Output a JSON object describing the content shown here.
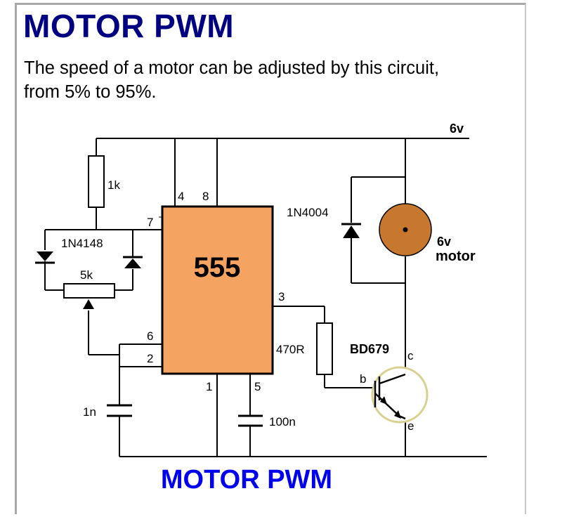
{
  "page": {
    "title": "MOTOR PWM",
    "description": "The speed of a motor can be adjusted by this circuit, from 5% to 95%."
  },
  "diagram": {
    "caption": "MOTOR PWM",
    "ic": {
      "label": "555",
      "pins": {
        "p4": "4",
        "p8": "8",
        "p7": "7",
        "p6": "6",
        "p2": "2",
        "p1": "1",
        "p5": "5",
        "p3": "3"
      }
    },
    "labels": {
      "supply": "6v",
      "r1": "1k",
      "diodes": "1N4148",
      "pot": "5k",
      "flyback": "1N4004",
      "motor_v": "6v",
      "motor": "motor",
      "r_base": "470R",
      "transistor": "BD679",
      "c": "c",
      "b": "b",
      "e": "e",
      "c_timing": "1n",
      "c_ctrl": "100n"
    },
    "colors": {
      "ic_fill": "#F4A460",
      "motor_fill": "#C8782E",
      "caption": "#0000EE",
      "title": "#000080",
      "transistor_ring": "#D8D090"
    }
  }
}
